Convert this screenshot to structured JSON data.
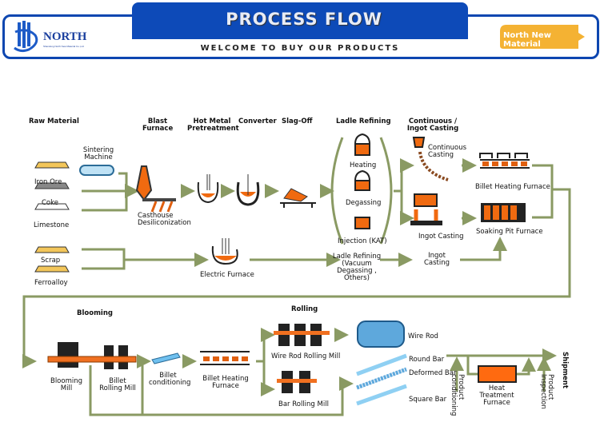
{
  "header": {
    "title": "PROCESS FLOW",
    "subtitle": "WELCOME TO BUY OUR PRODUCTS",
    "logo_text": "NORTH",
    "logo_small": "Shandong North New Material Co.,Ltd",
    "badge_label": "North New Material",
    "colors": {
      "brand_blue": "#0d4ab8",
      "badge_orange": "#f4b233",
      "flow_line": "#8a9a63",
      "molten": "#f06a10"
    }
  },
  "diagram": {
    "section_headers": {
      "raw_material": "Raw Material",
      "blast_furnace": "Blast Furnace",
      "hot_metal": "Hot Metal Pretreatment",
      "converter": "Converter",
      "slag_off": "Slag-Off",
      "ladle_refining": "Ladle Refining",
      "casting": "Continuous / Ingot Casting",
      "blooming": "Blooming",
      "rolling": "Rolling",
      "shipment": "Shipment"
    },
    "raw_materials": [
      "Iron Ore",
      "Coke",
      "Limestone",
      "Scrap",
      "Ferroalloy"
    ],
    "labels": {
      "sintering": "Sintering Machine",
      "casthouse": "Casthouse Desiliconization",
      "heating": "Heating",
      "degassing": "Degassing",
      "injection": "Injection (KAT)",
      "continuous_casting": "Continuous Casting",
      "ingot_casting": "Ingot Casting",
      "billet_heating": "Billet Heating Furnace",
      "soaking_pit": "Soaking Pit Furnace",
      "electric_furnace": "Electric Furnace",
      "ladle_refining_2": "Ladle Refining (Vacuum Degassing , Others)",
      "ingot_casting_2": "Ingot Casting",
      "blooming_mill": "Blooming Mill",
      "billet_rolling_mill": "Billet Rolling Mill",
      "billet_conditioning": "Billet conditioning",
      "billet_heating_2": "Billet Heating Furnace",
      "wire_rod_mill": "Wire Rod Rolling Mill",
      "bar_mill": "Bar Rolling Mill",
      "wire_rod": "Wire Rod",
      "round_bar": "Round Bar",
      "deformed_bar": "Deformed Bar",
      "square_bar": "Square Bar",
      "product_conditioning": "Product conditioning",
      "heat_treatment": "Heat Treatment Furnace",
      "product_inspection": "Product Inspection"
    }
  }
}
